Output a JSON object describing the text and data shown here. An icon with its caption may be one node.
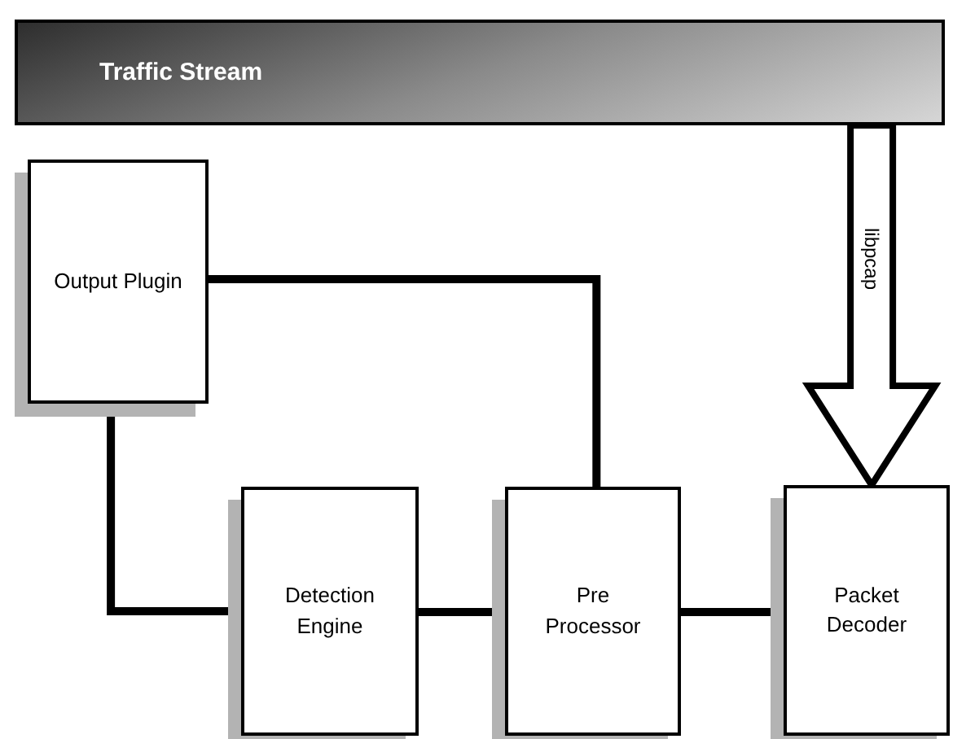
{
  "diagram": {
    "nodes": [
      {
        "text": [
          "Traffic Stream"
        ]
      },
      {
        "text": [
          "Output Plugin"
        ]
      },
      {
        "text": [
          "Detection Engine"
        ]
      },
      {
        "text": [
          "Pre Processor"
        ]
      },
      {
        "text": [
          "Packet Decoder"
        ]
      }
    ],
    "edges": [
      {
        "from": 0,
        "to": 4,
        "arrow": "to",
        "label": "libpcap",
        "style": "thick"
      },
      {
        "from": 4,
        "to": 3,
        "arrow": "none"
      },
      {
        "from": 3,
        "to": 2,
        "arrow": "none"
      },
      {
        "from": 3,
        "to": 1,
        "arrow": "none"
      },
      {
        "from": 2,
        "to": 1,
        "arrow": "none"
      }
    ]
  }
}
